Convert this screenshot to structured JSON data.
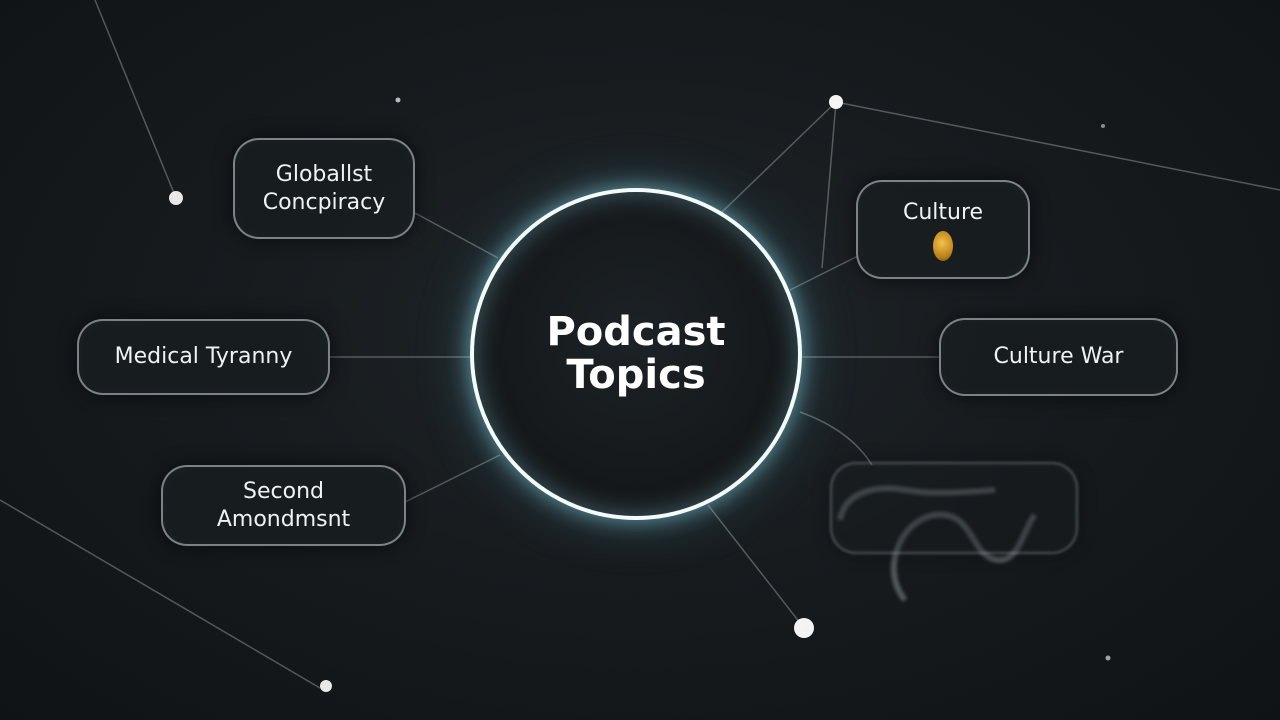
{
  "hub": {
    "line1": "Podcast",
    "line2": "Topics"
  },
  "nodes": {
    "globalist": {
      "line1": "Globallst",
      "line2": "Concpiracy"
    },
    "medical": {
      "label": "Medical Tyranny"
    },
    "second": {
      "line1": "Second",
      "line2": "Amondmsnt"
    },
    "culture": {
      "label": "Culture",
      "badge_icon": "gold-emblem-icon"
    },
    "culture_war": {
      "label": "Culture War"
    },
    "blurred": {
      "label": ""
    }
  },
  "colors": {
    "background": "#171b1e",
    "hub_glow": "#9eeaff",
    "node_border": "#cdd7dc",
    "text": "#eef2f3",
    "badge": "#d9a12a"
  }
}
